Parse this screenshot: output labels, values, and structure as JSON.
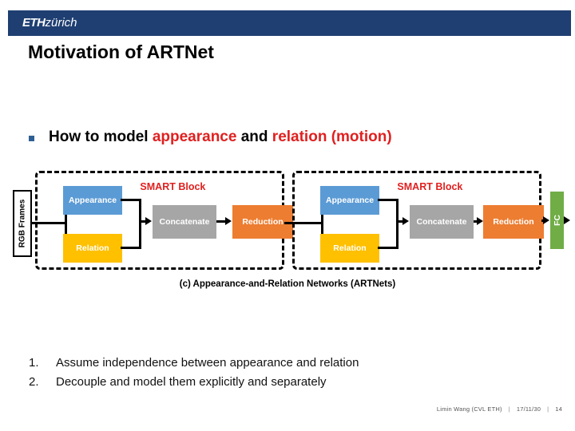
{
  "header": {
    "logo_mark": "ETH",
    "logo_city": "zürich",
    "bar_color": "#1f3f72"
  },
  "title": "Motivation of ARTNet",
  "bullet": {
    "marker": "square-bullet",
    "part1": "How to model ",
    "highlight1": "appearance",
    "part2": " and ",
    "highlight2": "relation (motion)",
    "highlight_color": "#e02020"
  },
  "figure": {
    "caption": "(c) Appearance-and-Relation Networks (ARTNets)",
    "input_label": "RGB Frames",
    "output_label": "FC",
    "block_label": "SMART Block",
    "blocks": [
      {
        "label": "SMART Block",
        "nodes": {
          "appearance": "Appearance",
          "relation": "Relation",
          "concatenate": "Concatenate",
          "reduction": "Reduction"
        }
      },
      {
        "label": "SMART Block",
        "nodes": {
          "appearance": "Appearance",
          "relation": "Relation",
          "concatenate": "Concatenate",
          "reduction": "Reduction"
        }
      }
    ],
    "colors": {
      "appearance": "#5b9bd5",
      "relation": "#ffc000",
      "concatenate": "#a6a6a6",
      "reduction": "#ed7d31",
      "fc": "#70ad47",
      "label": "#e02020"
    }
  },
  "list": [
    {
      "marker": "1.",
      "text": "Assume independence between appearance and relation"
    },
    {
      "marker": "2.",
      "text": "Decouple and model them explicitly and separately"
    }
  ],
  "footer": {
    "author": "Limin Wang  (CVL ETH)",
    "sep1": "|",
    "date": "17/11/30",
    "sep2": "|",
    "page": "14"
  }
}
